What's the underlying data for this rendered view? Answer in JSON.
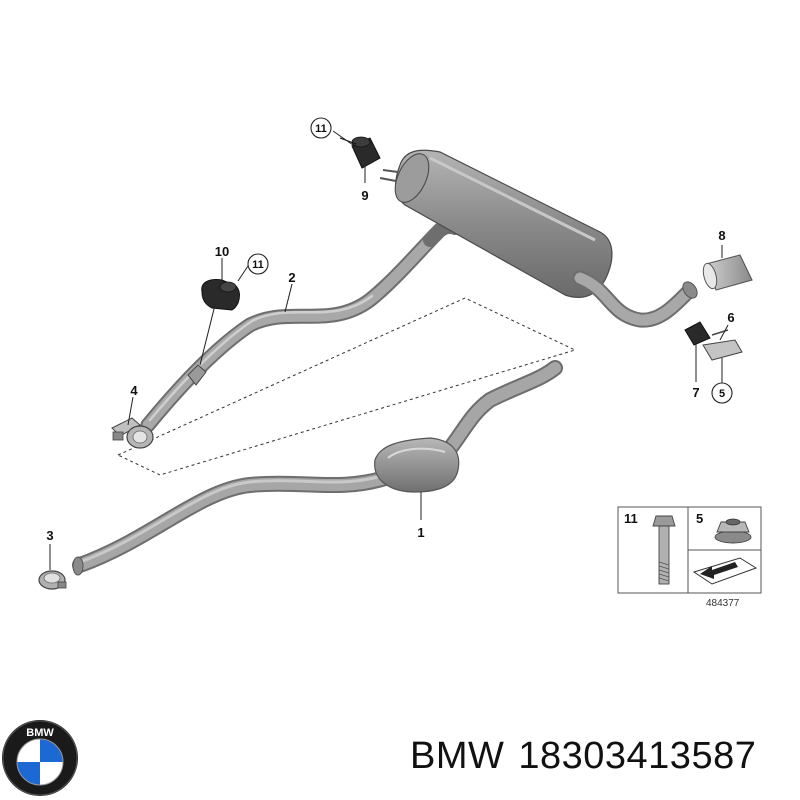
{
  "callouts": {
    "p1": "1",
    "p2": "2",
    "p3": "3",
    "p4": "4",
    "p5": "5",
    "p6": "6",
    "p7": "7",
    "p8": "8",
    "p9": "9",
    "p10": "10",
    "p11": "11"
  },
  "legend": {
    "bolt_number": "11",
    "nut_number": "5",
    "reference": "484377"
  },
  "footer": {
    "brand": "BMW",
    "part_number": "18303413587",
    "logo_letters": "BMW"
  },
  "colors": {
    "pipe": "#9a9a9a",
    "pipe_dark": "#6e6e6e",
    "muffler": "#8c8c8c",
    "bmw_blue": "#1c69d4",
    "bmw_black": "#1a1a1a"
  }
}
